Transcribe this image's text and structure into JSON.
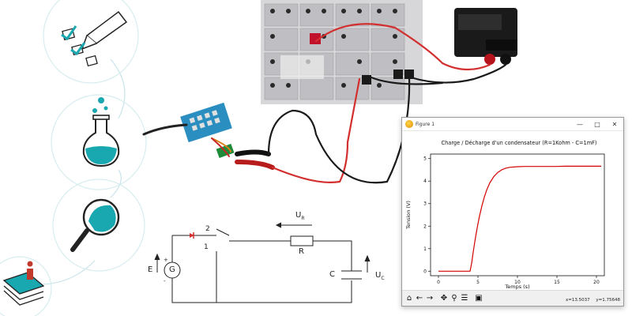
{
  "figure_window": {
    "title": "Figure 1",
    "minimize_icon": "minimize-icon",
    "maximize_icon": "maximize-icon",
    "close_icon": "close-icon",
    "toolbar": {
      "icons": [
        "home-icon",
        "back-arrow-icon",
        "forward-arrow-icon",
        "pan-icon",
        "zoom-icon",
        "configure-subplots-icon",
        "save-icon"
      ],
      "coord_x": "x=13.5037",
      "coord_y": "y=1.75648"
    }
  },
  "circuit": {
    "label_ur": "U",
    "label_ur_sub": "R",
    "label_r": "R",
    "label_c": "C",
    "label_uc": "U",
    "label_uc_sub": "C",
    "label_e": "E",
    "label_g": "G",
    "label_plus": "+",
    "label_minus": "-",
    "label_switch_1": "1",
    "label_switch_2": "2"
  },
  "sidebar": {
    "icons": [
      "checklist-icon",
      "flask-icon",
      "magnifier-icon",
      "info-book-icon"
    ],
    "accent_color": "#1aa8b0"
  },
  "chart_data": {
    "type": "line",
    "title": "Charge / Décharge d'un condensateur (R=1Kohm - C=1mF)",
    "xlabel": "Temps (s)",
    "ylabel": "Tension (V)",
    "xlim": [
      -1,
      21
    ],
    "ylim": [
      -0.2,
      5.2
    ],
    "xticks": [
      0,
      5,
      10,
      15,
      20
    ],
    "yticks": [
      0,
      1,
      2,
      3,
      4,
      5
    ],
    "grid": false,
    "series": [
      {
        "color": "#d40000",
        "x": [
          0,
          1,
          2,
          3,
          4,
          4.2,
          4.4,
          4.6,
          4.8,
          5.0,
          5.2,
          5.5,
          5.8,
          6.1,
          6.5,
          7.0,
          7.5,
          8.0,
          8.5,
          9.0,
          10,
          11,
          12,
          13,
          14,
          15,
          16,
          17,
          18,
          19,
          20,
          20.6
        ],
        "y": [
          0,
          0,
          0,
          0,
          0,
          0.35,
          0.85,
          1.3,
          1.72,
          2.1,
          2.45,
          2.9,
          3.28,
          3.6,
          3.92,
          4.2,
          4.38,
          4.5,
          4.57,
          4.61,
          4.64,
          4.65,
          4.65,
          4.65,
          4.65,
          4.65,
          4.66,
          4.66,
          4.66,
          4.66,
          4.66,
          4.66
        ]
      }
    ]
  }
}
